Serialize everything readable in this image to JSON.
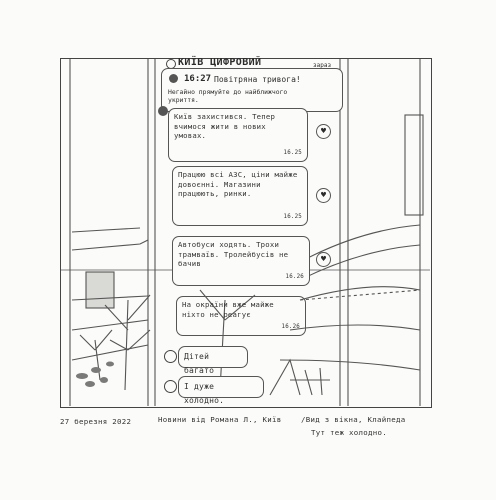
{
  "chat": {
    "channel": "КИЇВ ЦИФРОВИЙ",
    "now_label": "зараз",
    "alert_time": "16:27",
    "alert_title": "Повітряна тривога!",
    "alert_body": "Негайно прямуйте до найближчого укриття.",
    "messages": [
      {
        "text": "Київ захистився. Тепер вчимося жити в нових умовах.",
        "time": "16.25"
      },
      {
        "text": "Працюю всі АЗС, ціни майже довоєнні. Магазини працюють, ринки.",
        "time": "16.25"
      },
      {
        "text": "Автобуси ходять. Трохи трамваїв. Тролейбусів не бачив",
        "time": "16.26"
      },
      {
        "text": "На окраїни вже майже ніхто не реагує",
        "time": "16.26"
      },
      {
        "text": "Дітей багато",
        "time": ""
      },
      {
        "text": "І дуже холодно.",
        "time": ""
      }
    ]
  },
  "captions": {
    "date": "27 березня 2022",
    "news_from": "Новини від Романа Л., Київ",
    "view": "/Вид з вікна, Клайпеда",
    "view_sub": "Тут теж холодно."
  }
}
